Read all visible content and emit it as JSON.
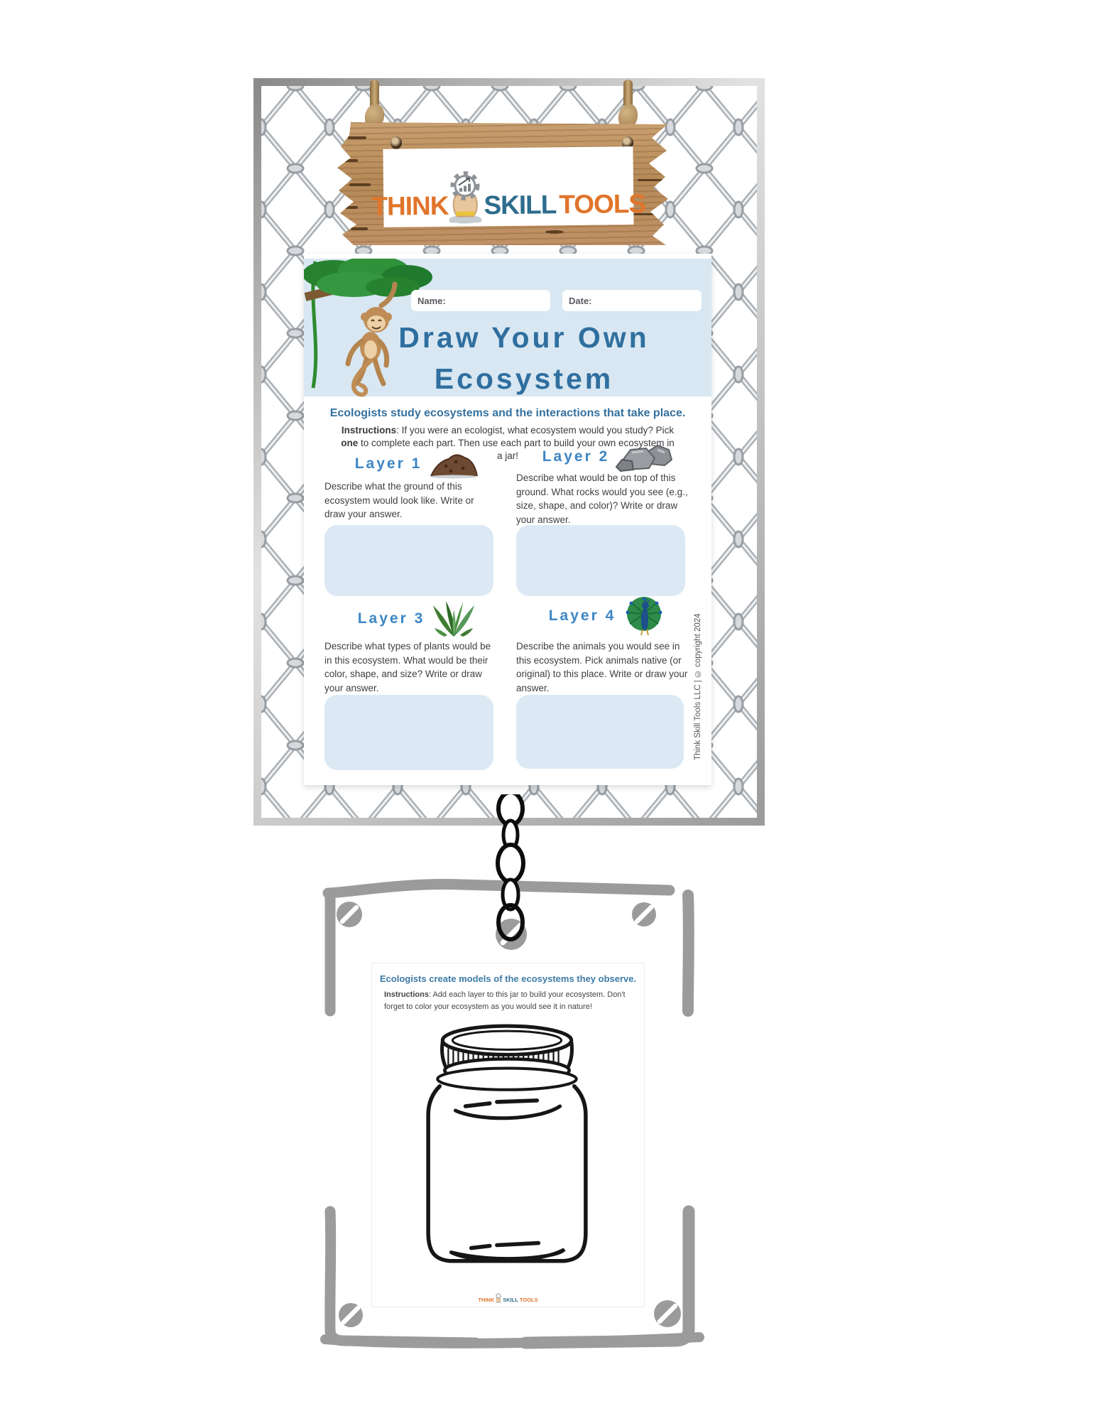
{
  "brand": {
    "think": "THINK",
    "skill": "SKILL",
    "tools": "TOOLS",
    "colors": {
      "orange": "#e0752b",
      "teal": "#2d6c8c"
    }
  },
  "worksheet1": {
    "name_label": "Name:",
    "date_label": "Date:",
    "title_line1": "Draw Your Own",
    "title_line2": "Ecosystem",
    "heading": "Ecologists study ecosystems and the interactions that take place.",
    "instructions": {
      "label": "Instructions",
      "part1": ": If you were an ecologist, what ecosystem would you study? Pick ",
      "bold": "one",
      "part2": " to complete each part. Then use each part to build your own ecosystem in a jar!"
    },
    "layers": [
      {
        "title": "Layer 1",
        "icon": "soil-mound-icon",
        "text": "Describe what the ground of this ecosystem would look like. Write or draw your answer."
      },
      {
        "title": "Layer 2",
        "icon": "rocks-icon",
        "text": "Describe what would be on top of this ground. What rocks would you see (e.g., size, shape, and color)? Write or draw your answer."
      },
      {
        "title": "Layer 3",
        "icon": "plant-icon",
        "text": "Describe what types of plants would be in this ecosystem. What would be their color, shape, and size? Write or draw your answer."
      },
      {
        "title": "Layer 4",
        "icon": "peacock-icon",
        "text": "Describe the animals you would see in this ecosystem. Pick animals native (or original) to this place. Write or draw your answer."
      }
    ],
    "copyright": "Think Skill Tools LLC | © copyright 2024",
    "colors": {
      "banner_blue": "#d8e7f2",
      "box_blue": "#dce9f4",
      "heading_blue": "#35719f",
      "layer_blue": "#3c86c5"
    }
  },
  "worksheet2": {
    "heading": "Ecologists create models of the ecosystems they observe.",
    "instructions": {
      "label": "Instructions",
      "text": ": Add each layer to this jar to build your ecosystem. Don't forget to color your ecosystem as you would see it in nature!"
    }
  }
}
